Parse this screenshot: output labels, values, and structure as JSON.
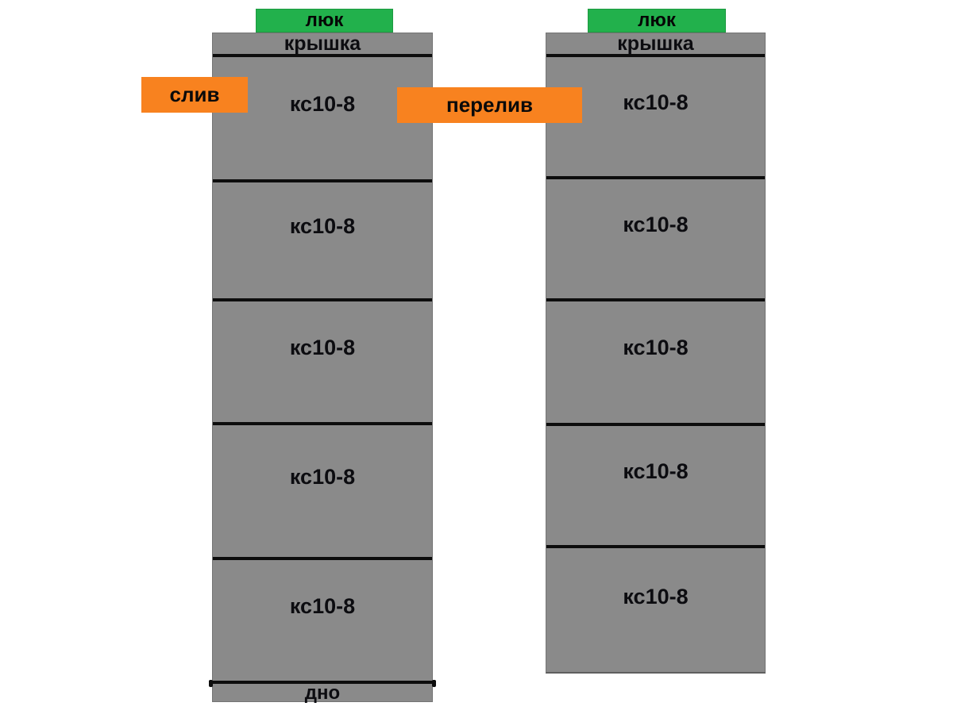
{
  "diagram": {
    "type": "septic-tank-scheme",
    "colors": {
      "ring_gray": "#8a8a8a",
      "hatch_green": "#22b14c",
      "callout_orange": "#f8821f",
      "line_black": "#0d0d0d",
      "label_black": "#0c0c10",
      "page_bg": "#ffffff"
    },
    "columns": [
      {
        "hatch_label": "люк",
        "cover_label": "крышка",
        "rings": [
          "кс10-8",
          "кс10-8",
          "кс10-8",
          "кс10-8",
          "кс10-8"
        ],
        "bottom_label": "дно"
      },
      {
        "hatch_label": "люк",
        "cover_label": "крышка",
        "rings": [
          "кс10-8",
          "кс10-8",
          "кс10-8",
          "кс10-8",
          "кс10-8"
        ]
      }
    ],
    "callouts": [
      {
        "label": "слив"
      },
      {
        "label": "перелив"
      }
    ]
  }
}
